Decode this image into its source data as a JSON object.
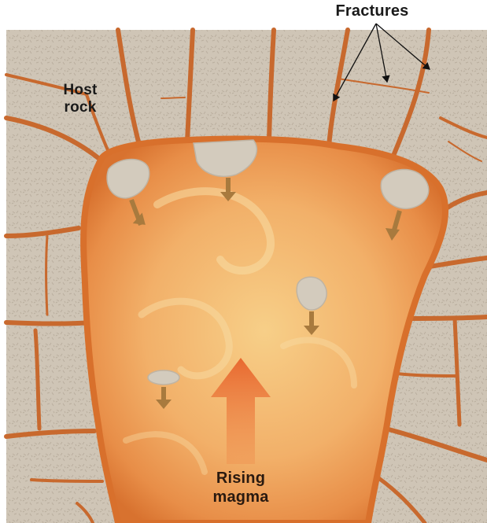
{
  "labels": {
    "fractures": "Fractures",
    "host_rock_line1": "Host",
    "host_rock_line2": "rock",
    "rising_magma_line1": "Rising",
    "rising_magma_line2": "magma"
  },
  "colors": {
    "host_rock": "#cfc5b6",
    "rock_texture": "#b9ae9e",
    "fracture": "#c8692e",
    "magma_core": "#f4be72",
    "magma_edge": "#de7a3a",
    "sinking_arrow": "#a87a3e",
    "rising_arrow": "#e8703a",
    "stoped_block": "#d3cbbd"
  },
  "icons": {
    "sinking_block": "down-arrow-icon",
    "rising_magma": "up-arrow-icon",
    "callout": "pointer-line"
  }
}
